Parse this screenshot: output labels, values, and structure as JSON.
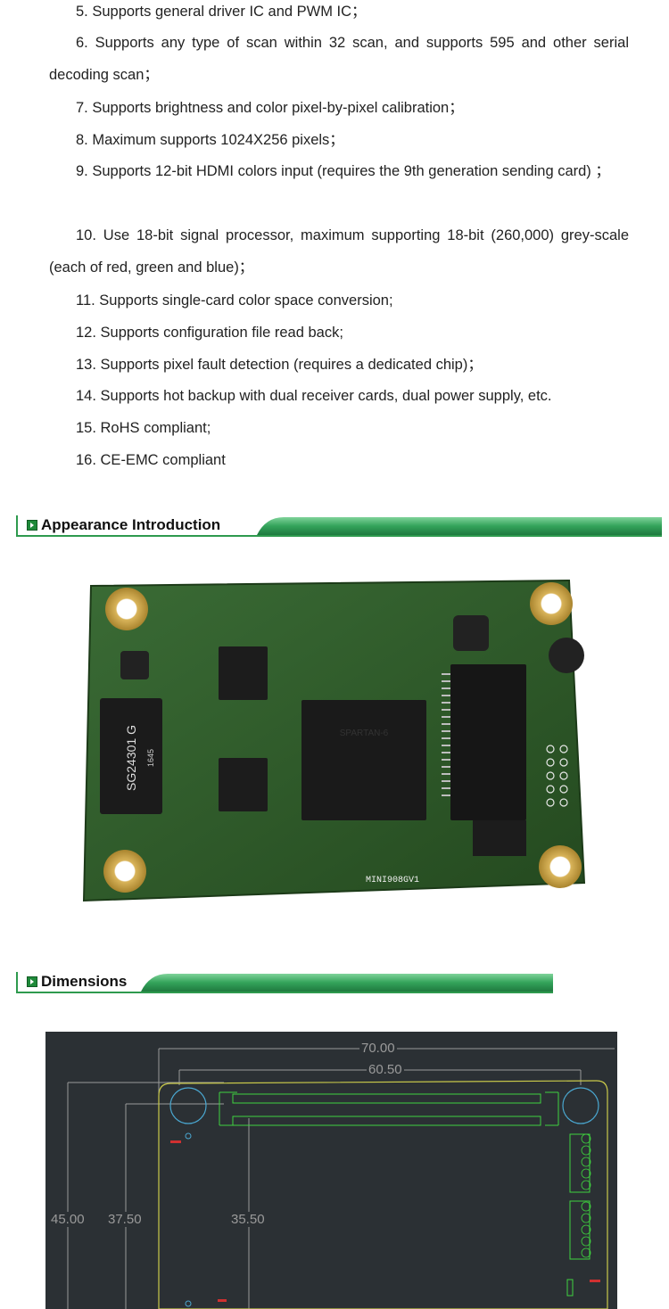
{
  "features": [
    "5. Supports general driver IC and PWM IC；",
    "6. Supports any type of scan within 32 scan, and supports 595 and other serial decoding scan；",
    "7. Supports brightness and color pixel-by-pixel calibration；",
    "8. Maximum supports 1024X256 pixels；",
    "9. Supports 12-bit HDMI colors input (requires the 9th generation sending card) ；",
    "10. Use 18-bit signal processor, maximum supporting 18-bit (260,000) grey-scale (each of red, green and blue)；",
    "11. Supports single-card color space conversion;",
    "12. Supports configuration file read back;",
    "13. Supports pixel fault detection (requires a dedicated chip)；",
    "14. Supports hot backup with dual receiver cards, dual power supply, etc.",
    "15. RoHS compliant;",
    "16. CE-EMC compliant"
  ],
  "sections": {
    "appearance": "Appearance Introduction",
    "dimensions": "Dimensions"
  },
  "board": {
    "model": "MINI908GV1",
    "chip_label": "SG24301 G",
    "chip_sub": "1645",
    "fpga_label": "SPARTAN-6"
  },
  "dimension_labels": {
    "width_overall": "70.00",
    "width_inner": "60.50",
    "height_overall": "45.00",
    "height_inner": "37.50",
    "height_connector": "35.50"
  },
  "colors": {
    "accent_green": "#2e9a4e",
    "pcb_green": "#2d5a2a",
    "dim_background": "#2b3034"
  }
}
